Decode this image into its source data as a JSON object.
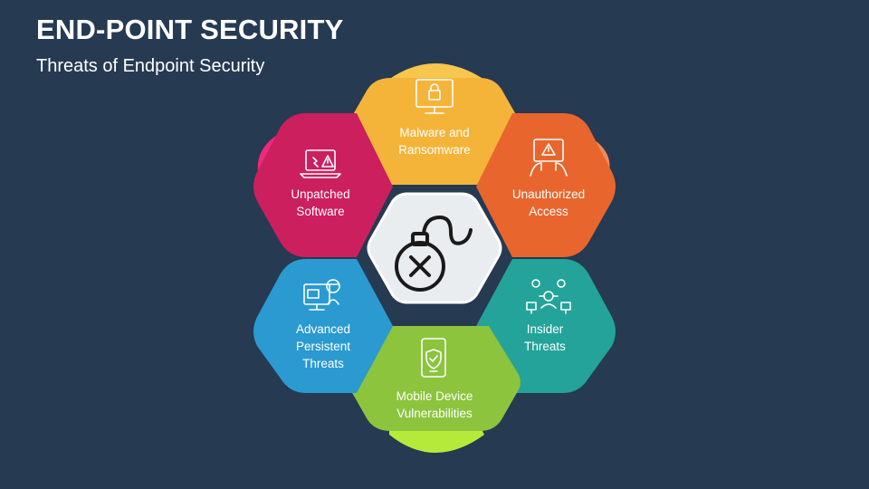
{
  "header": {
    "title": "END-POINT SECURITY",
    "subtitle": "Threats of Endpoint Security"
  },
  "diagram": {
    "center_icon": "bomb-icon",
    "segments": [
      {
        "line1": "Malware and",
        "line2": "Ransomware",
        "line3": "",
        "icon": "locked-monitor-icon",
        "color": "#f4b43a",
        "accent": "#f7c64e"
      },
      {
        "line1": "Unauthorized",
        "line2": "Access",
        "line3": "",
        "icon": "hacker-laptop-icon",
        "color": "#e8662d",
        "accent": "#f08a5a"
      },
      {
        "line1": "Insider",
        "line2": "Threats",
        "line3": "",
        "icon": "network-bugs-icon",
        "color": "#23a399",
        "accent": "#3fe0d0"
      },
      {
        "line1": "Mobile Device",
        "line2": "Vulnerabilities",
        "line3": "",
        "icon": "shield-phone-icon",
        "color": "#8cc43e",
        "accent": "#b6ea3a"
      },
      {
        "line1": "Advanced",
        "line2": "Persistent",
        "line3": "Threats",
        "icon": "spy-monitor-icon",
        "color": "#2a9ad1",
        "accent": "#36c2f0"
      },
      {
        "line1": "Unpatched",
        "line2": "Software",
        "line3": "",
        "icon": "warning-laptop-icon",
        "color": "#cc1f5e",
        "accent": "#ee2a7a"
      }
    ]
  }
}
